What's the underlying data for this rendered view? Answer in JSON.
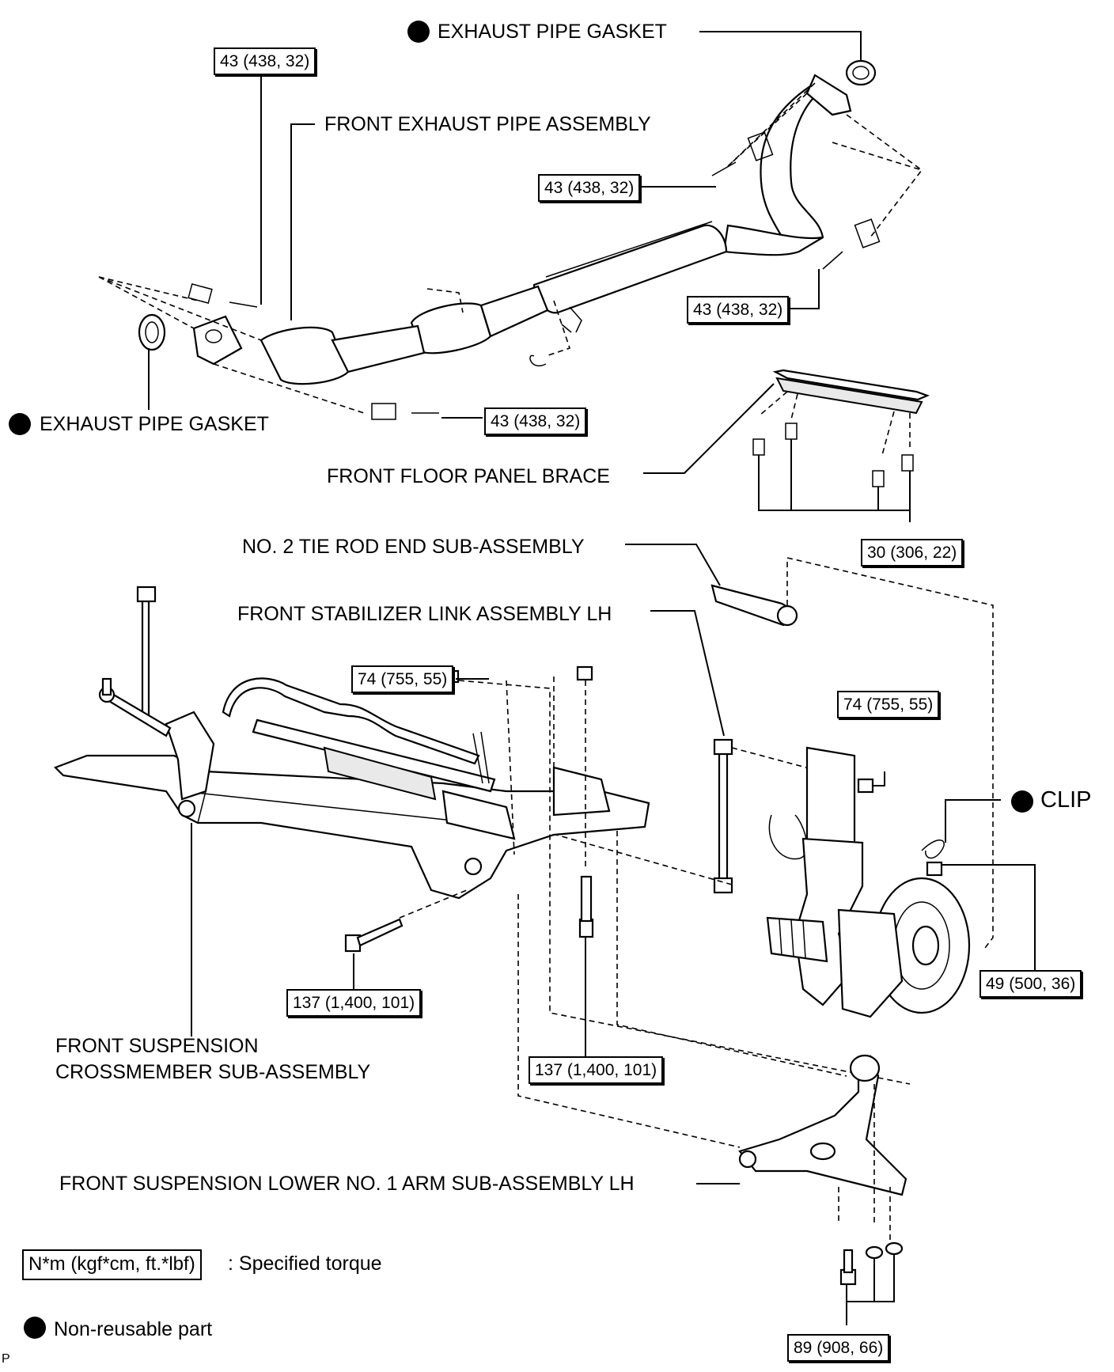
{
  "labels": {
    "exhaust_gasket_top": "EXHAUST PIPE GASKET",
    "front_exhaust_pipe": "FRONT EXHAUST PIPE ASSEMBLY",
    "exhaust_gasket_left": "EXHAUST PIPE GASKET",
    "floor_panel_brace": "FRONT FLOOR PANEL BRACE",
    "tie_rod_end": "NO. 2 TIE ROD END SUB-ASSEMBLY",
    "stabilizer_link": "FRONT STABILIZER LINK ASSEMBLY LH",
    "clip": "CLIP",
    "crossmember_line1": "FRONT SUSPENSION",
    "crossmember_line2": "CROSSMEMBER SUB-ASSEMBLY",
    "lower_arm": "FRONT SUSPENSION LOWER NO. 1 ARM SUB-ASSEMBLY LH",
    "corner_mark": "P"
  },
  "torques": {
    "t1": "43 (438, 32)",
    "t2": "43 (438, 32)",
    "t3": "43 (438, 32)",
    "t4": "43 (438, 32)",
    "t5": "30 (306, 22)",
    "t6": "74 (755, 55)",
    "t7": "74 (755, 55)",
    "t8": "49 (500, 36)",
    "t9": "137 (1,400, 101)",
    "t10": "137 (1,400, 101)",
    "t11": "89 (908, 66)"
  },
  "legend": {
    "torque_box": "N*m (kgf*cm, ft.*lbf)",
    "torque_text": ": Specified torque",
    "nonreusable_text": "Non-reusable part"
  }
}
